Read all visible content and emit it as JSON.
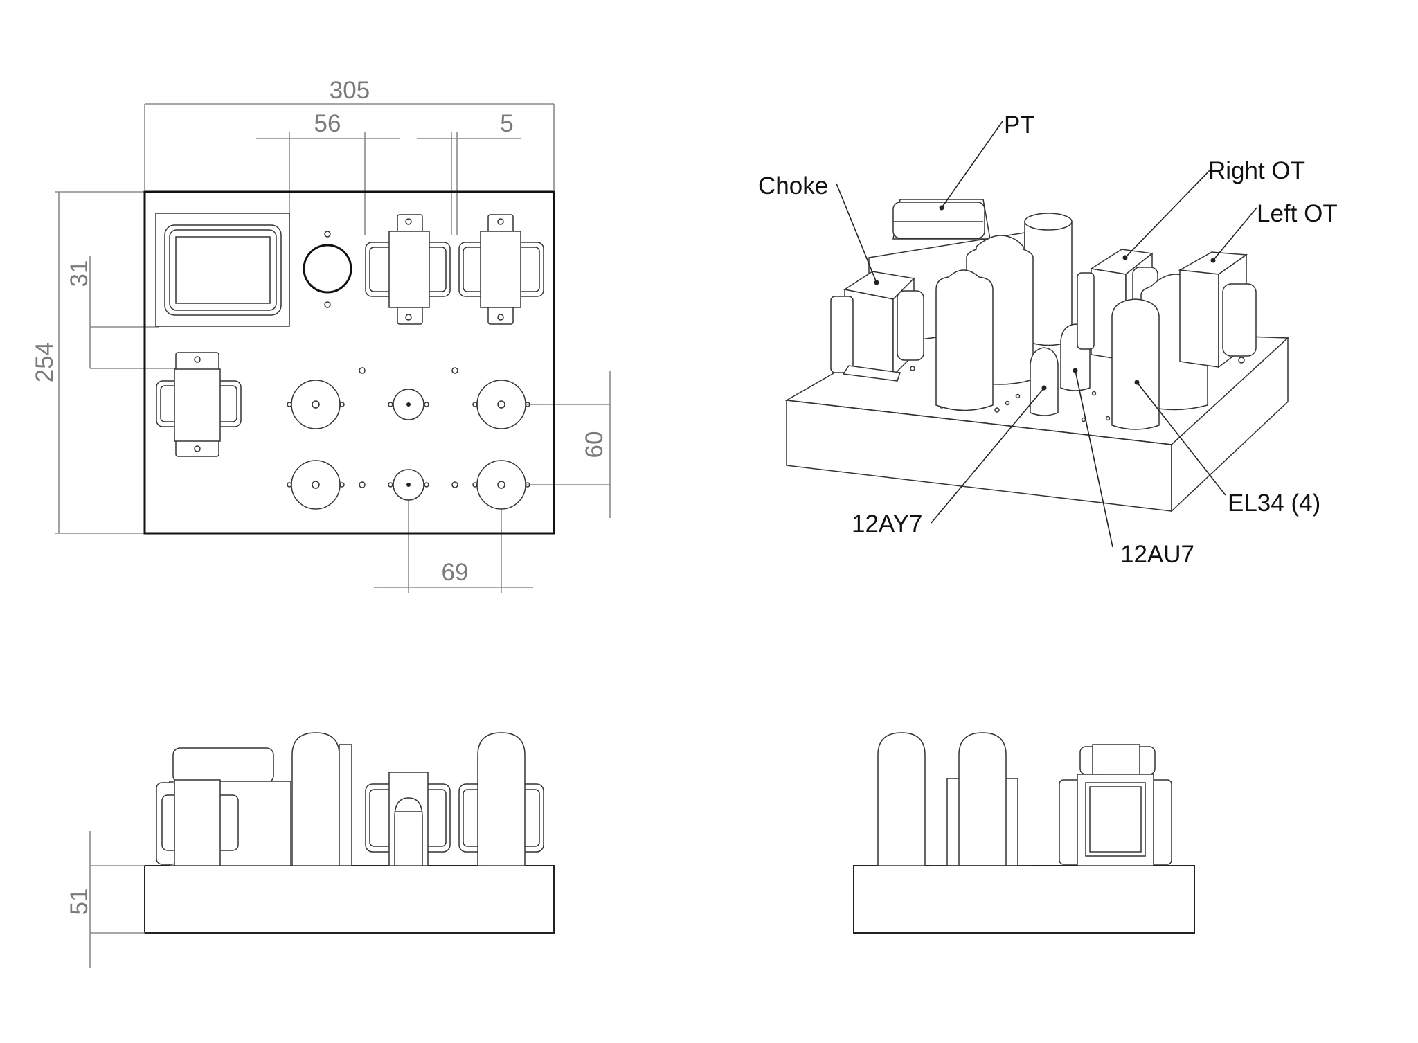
{
  "top_view": {
    "dimensions": {
      "overall_width": "305",
      "pt_offset": "56",
      "ot_gap": "5",
      "overall_depth": "254",
      "choke_offset": "31",
      "tube_row_spacing": "60",
      "tube_spacing": "69"
    }
  },
  "front_view": {
    "dimensions": {
      "chassis_height": "51"
    }
  },
  "iso_view": {
    "labels": {
      "pt": "PT",
      "choke": "Choke",
      "right_ot": "Right OT",
      "left_ot": "Left OT",
      "el34": "EL34 (4)",
      "ay7": "12AY7",
      "au7": "12AU7"
    }
  },
  "colors": {
    "line": "#111111",
    "dimension": "#7a7a7a",
    "background": "#ffffff"
  }
}
